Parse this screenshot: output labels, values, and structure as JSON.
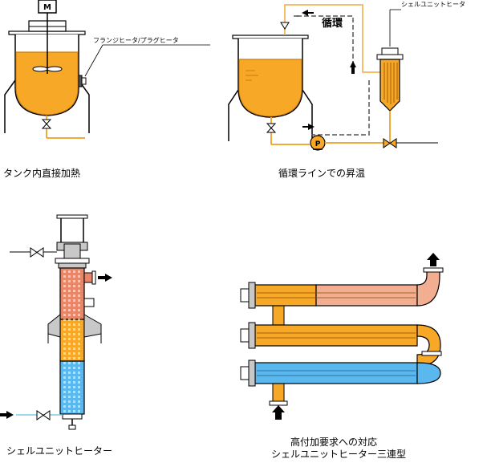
{
  "panels": {
    "tank": {
      "motor_label": "M",
      "heater_label": "フランジヒータ/プラグヒータ",
      "caption": "タンク内直接加熱"
    },
    "circulation": {
      "loop_label": "循環",
      "shell_label": "シェルユニットヒータ",
      "pump_label": "P",
      "caption": "循環ラインでの昇温"
    },
    "shell_unit": {
      "caption": "シェルユニットヒーター"
    },
    "triple": {
      "caption_line1": "高付加要求への対応",
      "caption_line2": "シェルユニットヒーター三連型"
    }
  },
  "colors": {
    "liquid": "#F8A827",
    "liquid_edge": "#C87E10",
    "hot": "#E8866A",
    "hot_light": "#F2AE90",
    "cold": "#5AB8EE",
    "pipe": "#F2A93B",
    "line": "#000000",
    "gray": "#C8C8C8",
    "dark_gray": "#555555",
    "light_blue_line": "#7EC8EC"
  }
}
